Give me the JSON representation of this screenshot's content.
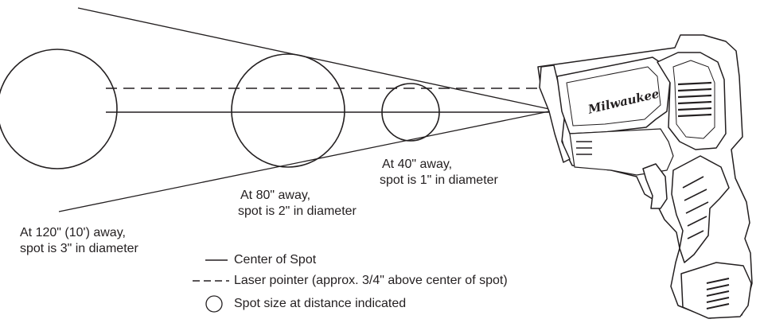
{
  "spot_labels": {
    "at_40": {
      "line1": "At 40\" away,",
      "line2": "spot is 1\" in diameter"
    },
    "at_80": {
      "line1": "At 80\" away,",
      "line2": "spot is 2\" in diameter"
    },
    "at_120": {
      "line1": "At 120\" (10') away,",
      "line2": "spot is 3\" in diameter"
    }
  },
  "legend": {
    "center_of_spot": "Center of Spot",
    "laser_pointer": "Laser pointer (approx. 3/4\" above center of spot)",
    "spot_size": "Spot size at distance indicated"
  },
  "device": {
    "brand": "Milwaukee"
  },
  "colors": {
    "line": "#231f20",
    "background": "#ffffff"
  }
}
